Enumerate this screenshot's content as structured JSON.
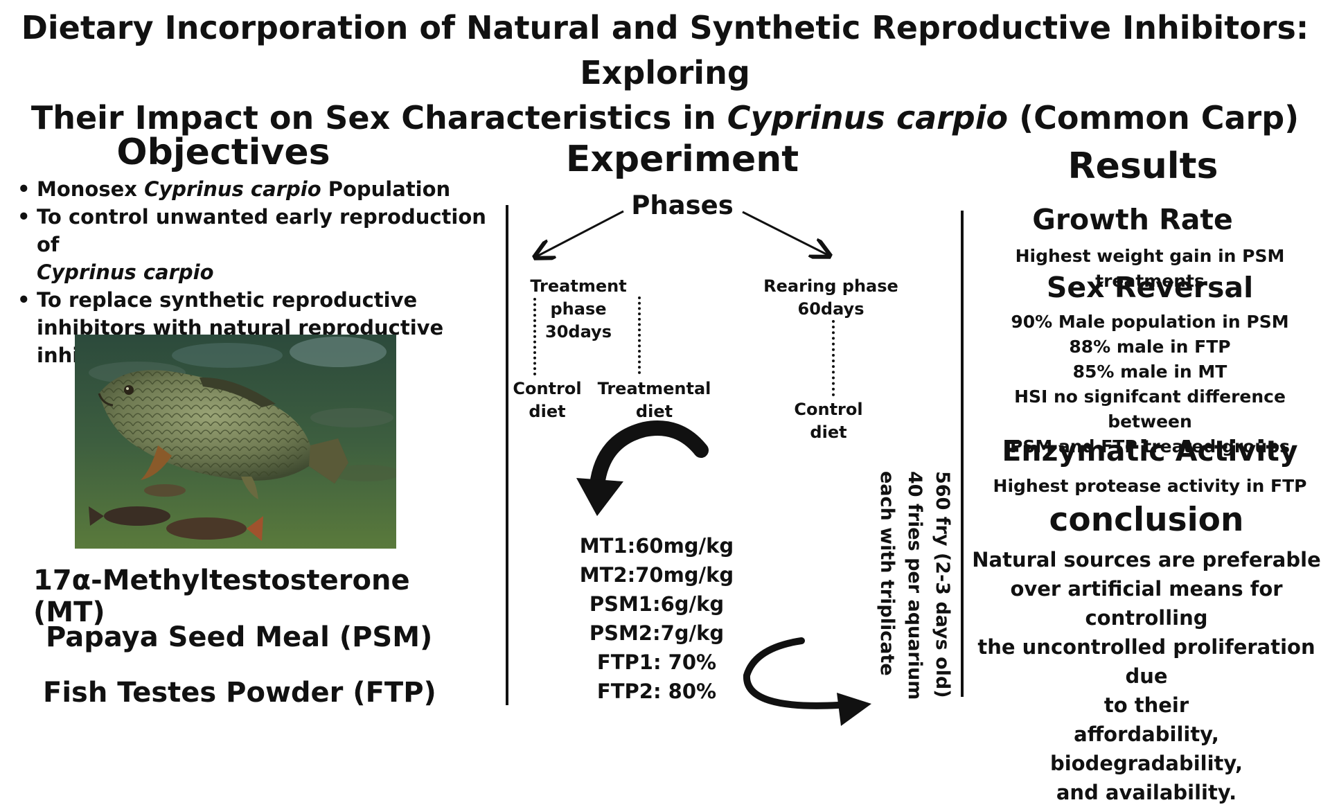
{
  "title": {
    "line1": "Dietary Incorporation of Natural and Synthetic Reproductive Inhibitors: Exploring",
    "line2_prefix": "Their Impact on Sex Characteristics in ",
    "line2_species": "Cyprinus carpio",
    "line2_suffix": " (Common Carp)"
  },
  "objectives": {
    "heading": "Objectives",
    "item1_prefix": "Monosex ",
    "item1_species": "Cyprinus carpio",
    "item1_suffix": " Population",
    "item2_text": "To control unwanted early reproduction of",
    "item2_species": "Cyprinus carpio",
    "item3_text": "To replace synthetic reproductive inhibitors with natural reproductive inhibitors"
  },
  "treatments": {
    "mt": "17α-Methyltestosterone (MT)",
    "psm": "Papaya Seed Meal (PSM)",
    "ftp": "Fish Testes Powder (FTP)"
  },
  "experiment": {
    "heading": "Experiment",
    "phases": "Phases",
    "treatment_phase": "Treatment phase",
    "treatment_days": "30days",
    "rearing_phase": "Rearing phase",
    "rearing_days": "60days",
    "control1_line1": "Control",
    "control1_line2": "diet",
    "treatmental_line1": "Treatmental",
    "treatmental_line2": "diet",
    "control2_line1": "Control",
    "control2_line2": "diet",
    "doses": [
      "MT1:60mg/kg",
      "MT2:70mg/kg",
      "PSM1:6g/kg",
      "PSM2:7g/kg",
      "FTP1: 70%",
      "FTP2: 80%"
    ],
    "fry_line1": "560 fry (2-3 days old)",
    "fry_line2": "40 fries per aquarium",
    "fry_line3": "each with triplicate"
  },
  "results": {
    "heading": "Results",
    "growth_heading": "Growth Rate",
    "growth_text": "Highest weight gain in PSM treatments",
    "sex_heading": "Sex Reversal",
    "sex_lines": [
      "90% Male population in PSM",
      "88% male in FTP",
      "85% male in MT",
      "HSI no signifcant difference between",
      "PSM and FTP treated groups"
    ],
    "enzyme_heading": "Enzymatic Activity",
    "enzyme_text": "Highest protease activity in FTP",
    "conclusion_heading": "conclusion",
    "conclusion_lines": [
      "Natural sources are preferable",
      "over artificial means for controlling",
      "the uncontrolled proliferation due",
      "to their",
      "affordability,",
      "biodegradability,",
      "and availability."
    ]
  }
}
